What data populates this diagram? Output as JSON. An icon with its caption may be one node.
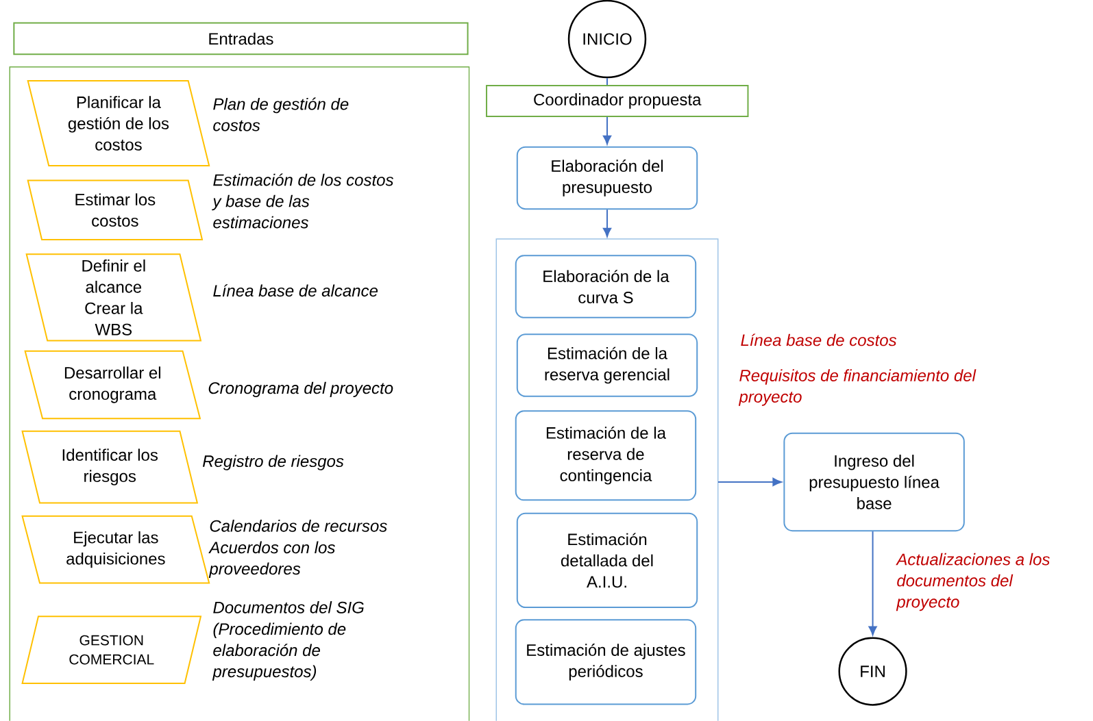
{
  "diagram": {
    "nodes": [
      {
        "text": [
          "Entradas"
        ]
      },
      {
        "text": [],
        "shape": "box"
      },
      {
        "text": [
          "Planificar la gestión de los costos"
        ],
        "in": 1,
        "beside": [
          "Plan de gestión de costos"
        ]
      },
      {
        "text": [
          "Estimar los costos"
        ],
        "in": 1,
        "beside": [
          "Estimación de los costos y base de las estimaciones"
        ]
      },
      {
        "text": [
          "Definir el alcance Crear la WBS"
        ],
        "in": 1,
        "beside": [
          "Línea base de alcance"
        ]
      },
      {
        "text": [
          "Desarrollar el cronograma"
        ],
        "in": 1,
        "beside": [
          "Cronograma del proyecto"
        ]
      },
      {
        "text": [
          "Identificar los riesgos"
        ],
        "in": 1,
        "beside": [
          "Registro de riesgos"
        ]
      },
      {
        "text": [
          "Ejecutar las adquisiciones"
        ],
        "in": 1,
        "beside": [
          "Calendarios de recursos",
          "Acuerdos con los proveedores"
        ]
      },
      {
        "text": [
          "GESTION COMERCIAL"
        ],
        "in": 1,
        "beside": [
          "Documentos del SIG",
          "(Procedimiento de elaboración de presupuestos)"
        ]
      },
      {
        "text": [
          "INICIO"
        ]
      },
      {
        "text": [
          "Coordinador propuesta"
        ]
      },
      {
        "text": [
          "Elaboración del presupuesto"
        ]
      },
      {
        "text": [],
        "shape": "box"
      },
      {
        "text": [
          "Elaboración de la curva S"
        ],
        "in": 12
      },
      {
        "text": [
          "Estimación de la reserva gerencial"
        ],
        "in": 12
      },
      {
        "text": [
          "Estimación de la reserva de contingencia"
        ],
        "in": 12
      },
      {
        "text": [
          "Estimación detallada del A.I.U."
        ],
        "in": 12
      },
      {
        "text": [
          "Estimación de ajustes periódicos"
        ],
        "in": 12
      },
      {
        "text": [
          "Ingreso del presupuesto línea base"
        ]
      },
      {
        "text": [
          "FIN"
        ]
      }
    ],
    "edges": [
      {
        "from": 9,
        "to": 10,
        "arrow": "none"
      },
      {
        "from": 10,
        "to": 11,
        "arrow": "to"
      },
      {
        "from": 11,
        "to": 12,
        "arrow": "to"
      },
      {
        "from": 12,
        "to": 18,
        "arrow": "to"
      },
      {
        "from": 18,
        "to": 19,
        "arrow": "to"
      }
    ],
    "labels": [
      "Línea base de costos",
      "Requisitos de financiamiento del proyecto",
      "Actualizaciones a los documentos del proyecto"
    ]
  }
}
